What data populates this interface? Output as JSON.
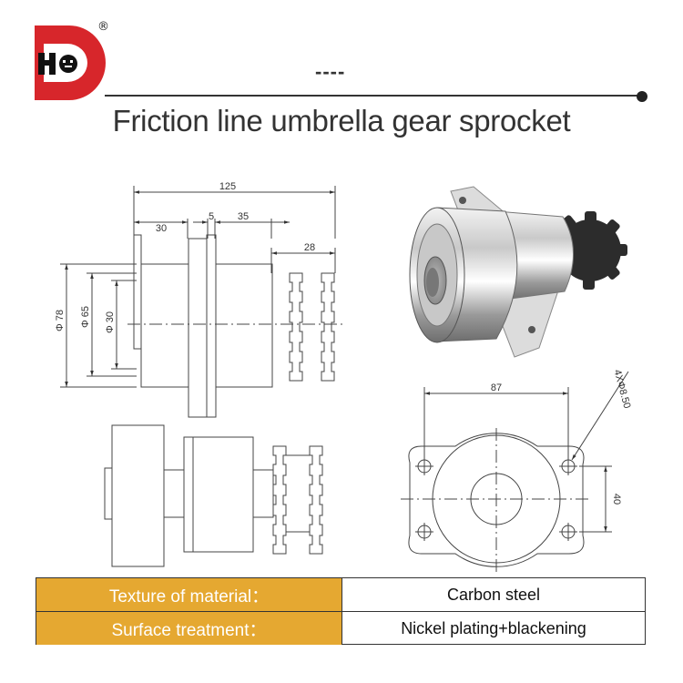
{
  "brand": {
    "registered_mark": "®",
    "accent_color": "#d7262b"
  },
  "header": {
    "dashes": "----",
    "title": "Friction line umbrella gear sprocket"
  },
  "drawing": {
    "top_view": {
      "dim_overall": "125",
      "dim_hub": "30",
      "dim_flange": "5",
      "dim_body": "35",
      "dim_sprocket": "28",
      "dia_outer": "Φ 78",
      "dia_mid": "Φ 65",
      "dia_inner": "Φ 30"
    },
    "end_view": {
      "dim_width": "87",
      "dim_height": "40",
      "holes": "4XΦ8.50"
    }
  },
  "specs": [
    {
      "label": "Texture of material：",
      "value": "Carbon steel"
    },
    {
      "label": "Surface treatment：",
      "value": "Nickel plating+blackening"
    }
  ]
}
